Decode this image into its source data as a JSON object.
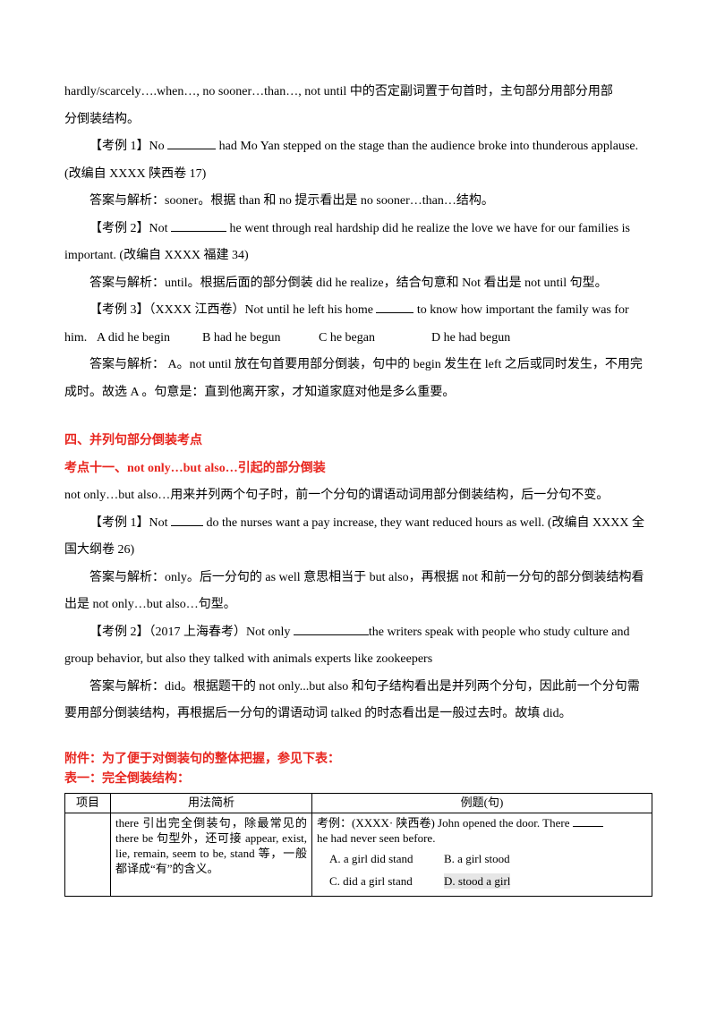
{
  "section3": {
    "intro_1": "hardly/scarcely….when…, no sooner…than…, not until 中的否定副词置于句首时，主句部分用部分用部",
    "intro_2": "分倒装结构。",
    "ex1_a": "【考例 1】No ",
    "ex1_b": " had Mo Yan stepped on the stage than the audience broke into thunderous applause.",
    "ex1_src": "(改编自 XXXX 陕西卷 17)",
    "ans1": "答案与解析：sooner。根据 than 和 no 提示看出是 no sooner…than…结构。",
    "ex2_a": "【考例 2】Not ",
    "ex2_b": " he went through real hardship did he realize the love we have for our families is",
    "ex2_c": "important. (改编自 XXXX 福建 34)",
    "ans2": "答案与解析：until。根据后面的部分倒装 did he realize，结合句意和 Not 看出是 not until 句型。",
    "ex3_a": "【考例 3】（XXXX 江西卷）Not until he left his home ",
    "ex3_b": " to know how important the family was for",
    "ex3_c": "him.",
    "ex3_optA": "A did he begin",
    "ex3_optB": "B had he begun",
    "ex3_optC": "C he began",
    "ex3_optD": "D he had begun",
    "ans3_1": "答案与解析： A。not until 放在句首要用部分倒装，句中的 begin 发生在 left 之后或同时发生，不用完",
    "ans3_2": "成时。故选 A 。句意是：直到他离开家，才知道家庭对他是多么重要。"
  },
  "section4": {
    "heading": "四、并列句部分倒装考点",
    "subheading": "考点十一、not only…but also…引起的部分倒装",
    "intro": "not only…but also…用来并列两个句子时，前一个分句的谓语动词用部分倒装结构，后一分句不变。",
    "ex1_a": "【考例 1】Not ",
    "ex1_b": " do the nurses want a pay increase, they want reduced hours as well. (改编自 XXXX 全",
    "ex1_c": "国大纲卷 26)",
    "ans1_1": "答案与解析：only。后一分句的 as well 意思相当于 but also，再根据 not 和前一分句的部分倒装结构看",
    "ans1_2": "出是 not only…but also…句型。",
    "ex2_a": "【考例 2】（2017 上海春考）Not only ",
    "ex2_b": "the writers speak with people who study culture and",
    "ex2_c": "group behavior, but also they talked with animals experts like zookeepers",
    "ans2_1": "答案与解析：did。根据题干的 not only...but also 和句子结构看出是并列两个分句，因此前一个分句需",
    "ans2_2": "要用部分倒装结构，再根据后一分句的谓语动词 talked 的时态看出是一般过去时。故填 did。"
  },
  "appendix": {
    "title": "附件：为了便于对倒装句的整体把握，参见下表：",
    "table_title": "表一：完全倒装结构：",
    "headers": [
      "项目",
      "用法简析",
      "例题(句)"
    ],
    "row1": {
      "item": "",
      "usage": "there 引出完全倒装句，除最常见的 there be 句型外，还可接 appear, exist, lie, remain, seem to be, stand 等，一般都译成“有”的含义。",
      "example_a": "考例：(XXXX· 陕西卷) John opened the door. There ",
      "example_b": " he had never seen before.",
      "optA": "A. a girl did stand",
      "optB": "B. a girl stood",
      "optC": "C. did a girl stand",
      "optD": "D. stood a girl"
    }
  }
}
